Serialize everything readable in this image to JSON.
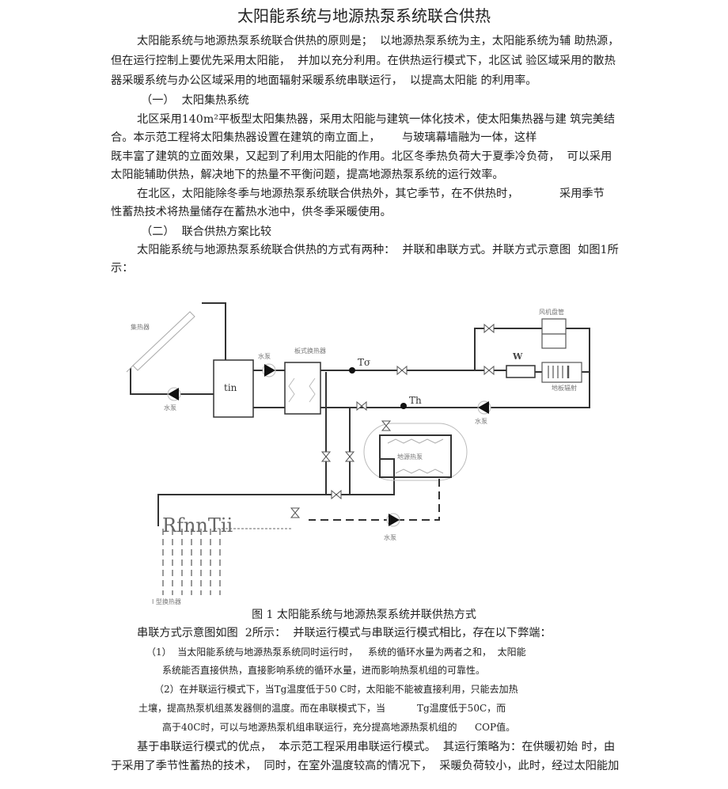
{
  "document": {
    "title": "太阳能系统与地源热泵系统联合供热",
    "lines": [
      "太阳能系统与地源热泵系统联合供热的原则是；  以地源热泵系统为主，太阳能系统为辅 助热源，",
      "但在运行控制上要优先采用太阳能，  并加以充分利用。在供热运行模式下，北区试 验区域采用的散热",
      "器采暖系统与办公区域采用的地面辐射采暖系统串联运行，  以提高太阳能 的利用率。",
      "（一）  太阳集热系统",
      "北区采用140m²平板型太阳集热器，采用太阳能与建筑一体化技术，使太阳集热器与建 筑完美结",
      "合。本示范工程将太阳集热器设置在建筑的南立面上，",
      "与玻璃幕墙融为一体，这样",
      "既丰富了建筑的立面效果，又起到了利用太阳能的作用。北区冬季热负荷大于夏季冷负荷，  可以采用",
      "太阳能辅助供热，解决地下的热量不平衡问题，提高地源热泵系统的运行效率。",
      "在北区，太阳能除冬季与地源热泵系统联合供热外，其它季节，在不供热时，",
      "采用季节",
      "性蓄热技术将热量储存在蓄热水池中，供冬季采暖使用。",
      "（二）  联合供热方案比较",
      "太阳能系统与地源热泵系统联合供热的方式有两种：  并联和串联方式。并联方式示意图  如图1所",
      "示：",
      "串联方式示意图如图  2所示：  并联运行模式与串联运行模式相比，存在以下弊端：",
      "（1）  当太阳能系统与地源热泵系统同时运行时，",
      "系统的循环水量为两者之和，  太阳能",
      "系统能否直接供热，直接影响系统的循环水量，进而影响热泵机组的可靠性。",
      "（2）在并联运行模式下，当Tg温度低于50 C时，太阳能不能被直接利用，只能去加热",
      "土壤，提高热泵机组蒸发器侧的温度。而在串联模式下，当",
      "Tg温度低于50C，而",
      "高于40C时，可以与地源热泵机组串联运行，充分提高地源热泵机组的",
      "COP值。",
      "基于串联运行模式的优点，  本示范工程采用串联运行模式。  其运行策略为：在供暖初始 时，由",
      "于采用了季节性蓄热的技术，  同时，在室外温度较高的情况下，  采暖负荷较小，此时，经过太阳能加"
    ],
    "figure_caption": "图 1 太阳能系统与地源热泵系统并联供热方式"
  },
  "figure": {
    "collector": "集热器",
    "pump": "水泵",
    "tank": "tin",
    "plate_hx": "板式换热器",
    "t_supply": "Tσ",
    "t_return": "Th",
    "fan_coil": "风机盘管",
    "w_label": "W",
    "floor_radiant": "地板辐射",
    "gshp": "地源热泵",
    "borehole_text": "RfnnTii",
    "u_tube": "I  型换热器"
  }
}
